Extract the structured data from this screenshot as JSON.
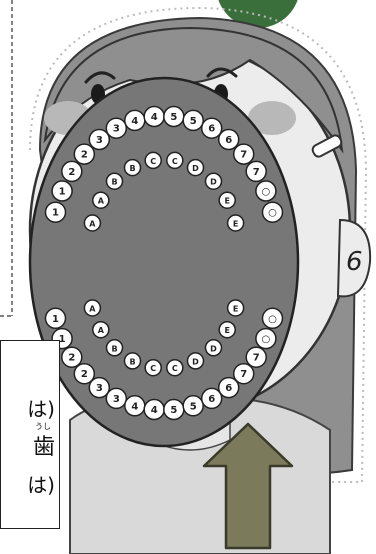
{
  "age_label": "6",
  "upper_teeth": [
    "A",
    "A",
    "B",
    "B",
    "C",
    "C",
    "D",
    "D",
    "E",
    "E",
    "1",
    "1",
    "2",
    "2",
    "3",
    "3",
    "4",
    "4",
    "5",
    "5",
    "6",
    "6",
    "7",
    "7",
    "○",
    "○"
  ],
  "lower_teeth": [
    "A",
    "A",
    "B",
    "B",
    "C",
    "C",
    "D",
    "D",
    "E",
    "E",
    "1",
    "1",
    "2",
    "2",
    "3",
    "3",
    "4",
    "4",
    "5",
    "5",
    "6",
    "6",
    "7",
    "7",
    "○",
    "○"
  ],
  "caption": {
    "line1": "は)",
    "ruby": "うし",
    "line2": "歯",
    "line3": "は)"
  },
  "colors": {
    "skin": "#ececec",
    "hair": "#8f8f8f",
    "cheek": "#b8b8b8",
    "mouth": "#777777",
    "tongue_area": "#8a8a8a",
    "badge": "#3a6e3a",
    "arrow_fill": "#7b7a5a",
    "arrow_stroke": "#3a3a2a"
  }
}
